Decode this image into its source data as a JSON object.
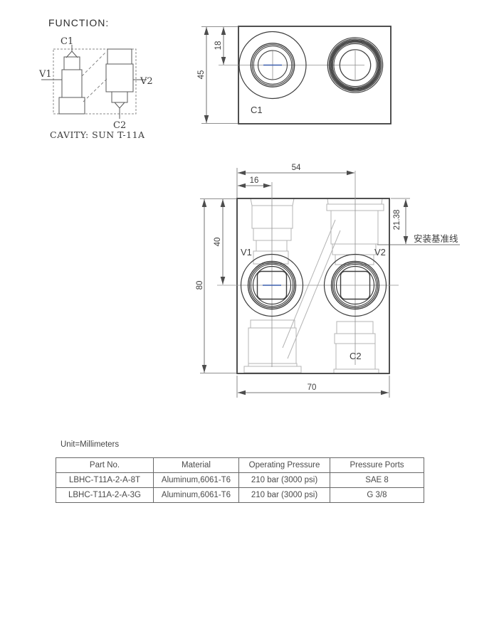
{
  "title": {
    "function_label": "FUNCTION:"
  },
  "schematic": {
    "cavity_label": "CAVITY: SUN T-11A",
    "ports": {
      "c1": "C1",
      "v1": "V1",
      "v2": "V2",
      "c2": "C2"
    }
  },
  "top_view": {
    "port_c1": "C1",
    "dim_height": "45",
    "dim_port_offset": "18"
  },
  "front_view": {
    "port_v1": "V1",
    "port_v2": "V2",
    "port_c2": "C2",
    "datum_label": "安装基准线",
    "dim_total_width": "70",
    "dim_total_height": "80",
    "dim_v2_center": "54",
    "dim_v1_center": "16",
    "dim_port_depth": "40",
    "dim_datum_offset": "21.38"
  },
  "unit_note": "Unit=Millimeters",
  "table": {
    "headers": [
      "Part No.",
      "Material",
      "Operating Pressure",
      "Pressure Ports"
    ],
    "rows": [
      [
        "LBHC-T11A-2-A-8T",
        "Aluminum,6061-T6",
        "210 bar (3000 psi)",
        "SAE 8"
      ],
      [
        "LBHC-T11A-2-A-3G",
        "Aluminum,6061-T6",
        "210 bar (3000 psi)",
        "G 3/8"
      ]
    ]
  },
  "colors": {
    "line": "#3d3d3d",
    "light_line": "#b4b4b4",
    "dim_line": "#4d4d4d",
    "center_line": "#8f8f8f",
    "accent_blue": "#3c5fae",
    "table_border": "#686868",
    "background": "#ffffff"
  }
}
